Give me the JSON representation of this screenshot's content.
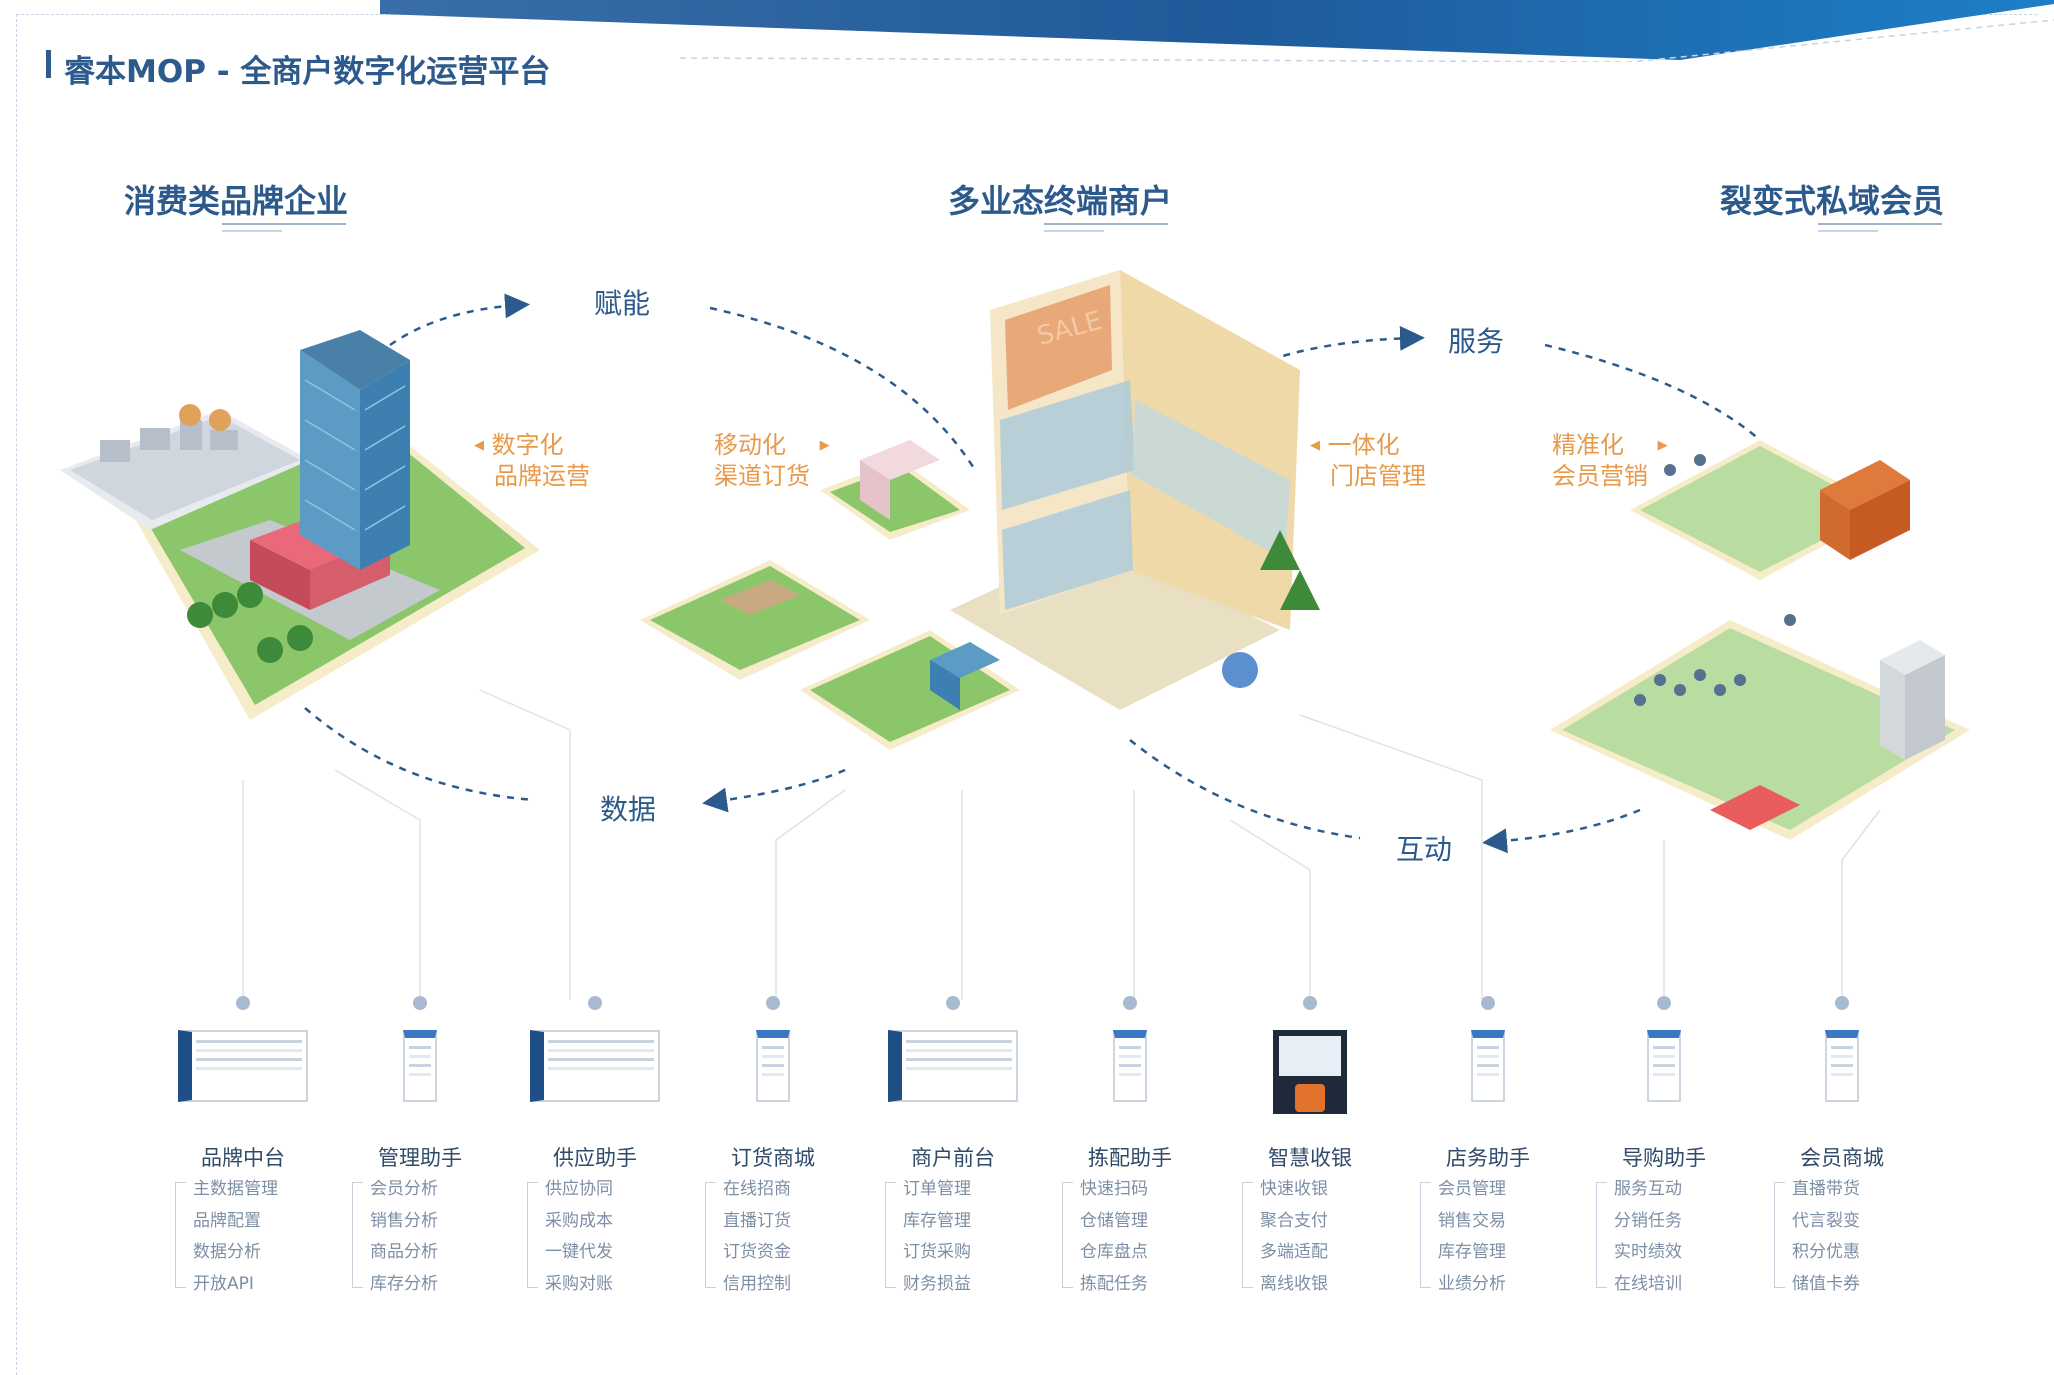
{
  "title": "睿本MOP - 全商户数字化运营平台",
  "sections": {
    "left": "消费类品牌企业",
    "center": "多业态终端商户",
    "right": "裂变式私域会员"
  },
  "flows": {
    "empower": "赋能",
    "service": "服务",
    "data": "数据",
    "interact": "互动"
  },
  "annotations": {
    "brand_ops": [
      "数字化",
      "品牌运营"
    ],
    "channel_order": [
      "移动化",
      "渠道订货"
    ],
    "store_mgmt": [
      "一体化",
      "门店管理"
    ],
    "member_mkt": [
      "精准化",
      "会员营销"
    ]
  },
  "products": [
    {
      "name": "品牌中台",
      "features": [
        "主数据管理",
        "品牌配置",
        "数据分析",
        "开放API"
      ]
    },
    {
      "name": "管理助手",
      "features": [
        "会员分析",
        "销售分析",
        "商品分析",
        "库存分析"
      ]
    },
    {
      "name": "供应助手",
      "features": [
        "供应协同",
        "采购成本",
        "一键代发",
        "采购对账"
      ]
    },
    {
      "name": "订货商城",
      "features": [
        "在线招商",
        "直播订货",
        "订货资金",
        "信用控制"
      ]
    },
    {
      "name": "商户前台",
      "features": [
        "订单管理",
        "库存管理",
        "订货采购",
        "财务损益"
      ]
    },
    {
      "name": "拣配助手",
      "features": [
        "快速扫码",
        "仓储管理",
        "仓库盘点",
        "拣配任务"
      ]
    },
    {
      "name": "智慧收银",
      "features": [
        "快速收银",
        "聚合支付",
        "多端适配",
        "离线收银"
      ]
    },
    {
      "name": "店务助手",
      "features": [
        "会员管理",
        "销售交易",
        "库存管理",
        "业绩分析"
      ]
    },
    {
      "name": "导购助手",
      "features": [
        "服务互动",
        "分销任务",
        "实时绩效",
        "在线培训"
      ]
    },
    {
      "name": "会员商城",
      "features": [
        "直播带货",
        "代言裂变",
        "积分优惠",
        "储值卡券"
      ]
    }
  ],
  "colors": {
    "brand_blue": "#2d5a8c",
    "accent_orange": "#e89a4a",
    "grass_green": "#8cc66a",
    "ground_beige": "#f6ecc9"
  }
}
